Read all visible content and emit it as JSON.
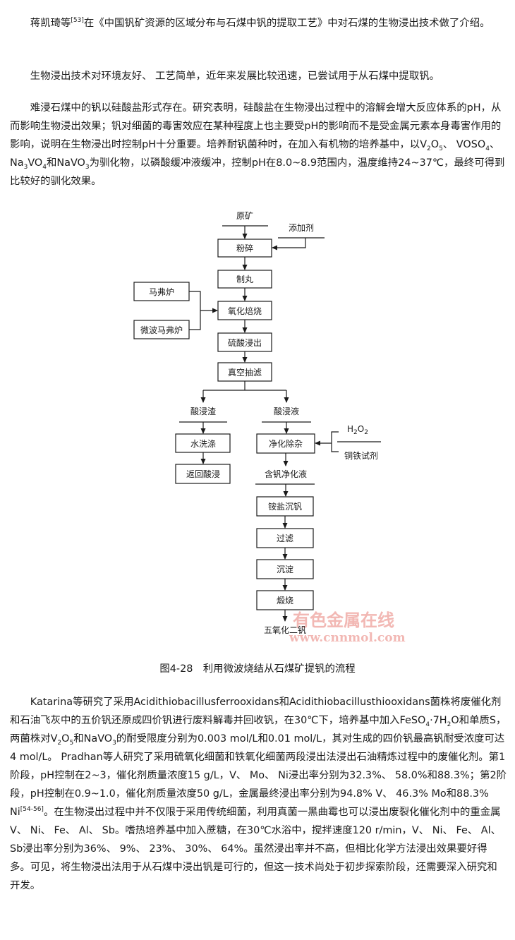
{
  "paragraphs": {
    "p1": {
      "a": "蒋凯琦等",
      "ref": "[53]",
      "b": "在《中国钒矿资源的区域分布与石煤中钒的提取工艺》中对石煤的生物浸出技术做了介绍。"
    },
    "p2": "生物浸出技术对环境友好、 工艺简单，近年来发展比较迅速，已尝试用于从石煤中提取钒。",
    "p3": {
      "a": "难浸石煤中的钒以硅酸盐形式存在。研究表明，硅酸盐在生物浸出过程中的溶解会增大反应体系的pH，从而影响生物浸出效果；钒对细菌的毒害效应在某种程度上也主要受pH的影响而不是受金属元素本身毒害作用的影响，说明在生物浸出时控制pH十分重要。培养耐钒菌种时，在加入有机物的培养基中，以V",
      "s1": "2",
      "b": "O",
      "s2": "5",
      "c": "、 VOSO",
      "s3": "4",
      "d": "、 Na",
      "s4": "3",
      "e": "VO",
      "s5": "4",
      "f": "和NaVO",
      "s6": "3",
      "g": "为驯化物，以磷酸缓冲液缓冲，控制pH在8.0~8.9范围内，温度维持24~37℃，最终可得到比较好的驯化效果。"
    },
    "p4": {
      "a": "Katarina等研究了采用Acidithiobacillusferrooxidans和Acidithiobacillusthiooxidans菌株将废催化剂和石油飞灰中的五价钒还原成四价钒进行废料解毒并回收钒，在30℃下，培养基中加入FeSO",
      "s1": "4",
      "b": "·7H",
      "s2": "2",
      "c": "O和单质S，两菌株对V",
      "s3": "2",
      "d": "O",
      "s4": "5",
      "e": "和NaVO",
      "s5": "3",
      "f": "的耐受限度分别为0.003 mol/L和0.01 mol/L，其对生成的四价钒最高钒耐受浓度可达4 mol/L。 Pradhan等人研究了采用硫氧化细菌和铁氧化细菌两段浸出法浸出石油精炼过程中的废催化剂。第1阶段，pH控制在2~3，催化剂质量浓度15 g/L，V、 Mo、 Ni浸出率分别为32.3%、 58.0%和88.3%；第2阶段，pH控制在0.9~1.0，催化剂质量浓度50 g/L，金属最终浸出率分别为94.8% V、 46.3% Mo和88.3% Ni",
      "ref": "[54-56]",
      "g": "。在生物浸出过程中并不仅限于采用传统细菌，利用真菌一黑曲霉也可以浸出废裂化催化剂中的重金属V、 Ni、 Fe、 Al、 Sb。嗜热培养基中加入蔗糖，在30℃水浴中，搅拌速度120 r/min，V、 Ni、 Fe、 Al、 Sb浸出率分别为36%、 9%、 23%、 30%、 64%。虽然浸出率并不高，但相比化学方法浸出效果要好得多。可见，将生物浸出法用于从石煤中浸出钒是可行的，但这一技术尚处于初步探索阶段，还需要深入研究和开发。"
    }
  },
  "flowchart": {
    "raw_ore": "原矿",
    "additive": "添加剂",
    "crush": "粉碎",
    "pellet": "制丸",
    "muffle": "马弗炉",
    "microwave_muffle": "微波马弗炉",
    "oxidize_roast": "氧化焙烧",
    "acid_leach": "硫酸浸出",
    "vacuum_filter": "真空抽滤",
    "acid_residue": "酸浸渣",
    "acid_liquor": "酸浸液",
    "water_wash": "水洗涤",
    "return_leach": "返回酸浸",
    "purify": "净化除杂",
    "h2o2_a": "H",
    "h2o2_s1": "2",
    "h2o2_b": "O",
    "h2o2_s2": "2",
    "cu_fe_reagent": "铜铁试剂",
    "v_liquor": "含钒净化液",
    "ammonium_precip": "铵盐沉钒",
    "filter": "过滤",
    "precipitate": "沉淀",
    "calcine": "煅烧",
    "product": "五氧化二钒"
  },
  "watermark": {
    "name": "有色金属在线",
    "url": "www.cnnmol.com"
  },
  "caption": "图4-28　利用微波烧结从石煤矿提钒的流程"
}
